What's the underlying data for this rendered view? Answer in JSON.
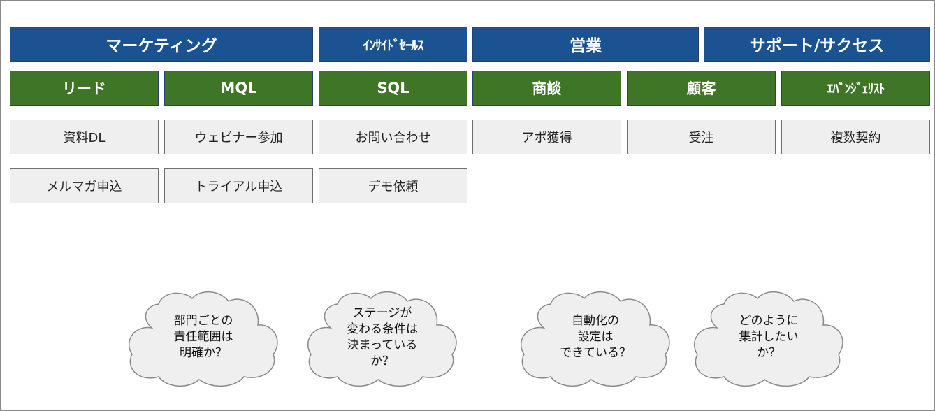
{
  "departments": [
    {
      "label": "マーケティング"
    },
    {
      "label": "ｲﾝｻｲﾄﾞｾｰﾙｽ"
    },
    {
      "label": "営業"
    },
    {
      "label": "サポート/サクセス"
    }
  ],
  "stages": [
    {
      "label": "リード"
    },
    {
      "label": "MQL"
    },
    {
      "label": "SQL"
    },
    {
      "label": "商談"
    },
    {
      "label": "顧客"
    },
    {
      "label": "ｴﾊﾞﾝｼﾞｪﾘｽﾄ"
    }
  ],
  "events": {
    "row1": [
      "資料DL",
      "ウェビナー参加",
      "お問い合わせ",
      "アポ獲得",
      "受注",
      "複数契約"
    ],
    "row2": [
      "メルマガ申込",
      "トライアル申込",
      "デモ依頼"
    ]
  },
  "clouds": [
    {
      "lines": [
        "部門ごとの",
        "責任範囲は",
        "明確か？"
      ]
    },
    {
      "lines": [
        "ステージが",
        "変わる条件は",
        "決まっている",
        "か？"
      ]
    },
    {
      "lines": [
        "自動化の",
        "設定は",
        "できている？"
      ]
    },
    {
      "lines": [
        "どのように",
        "集計したい",
        "か？"
      ]
    }
  ],
  "colors": {
    "department_fill": "#1a5292",
    "stage_fill": "#3f7526",
    "event_fill": "#efefef",
    "cloud_fill": "#efefef"
  }
}
